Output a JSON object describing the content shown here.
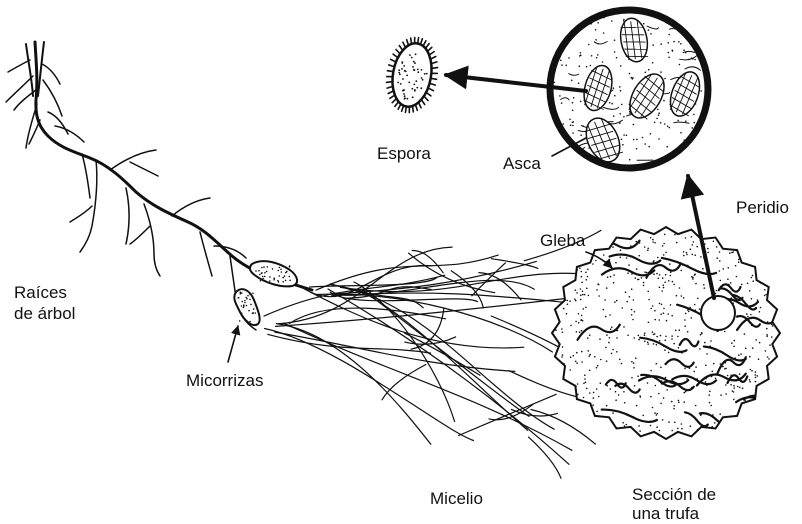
{
  "labels": {
    "raices_line1": "Raíces",
    "raices_line2": "de árbol",
    "micorrizas": "Micorrizas",
    "micelio": "Micelio",
    "seccion_line1": "Sección de",
    "seccion_line2": "una trufa",
    "gleba": "Gleba",
    "peridio": "Peridio",
    "asca": "Asca",
    "espora": "Espora"
  },
  "colors": {
    "ink": "#111111",
    "background": "#ffffff"
  }
}
